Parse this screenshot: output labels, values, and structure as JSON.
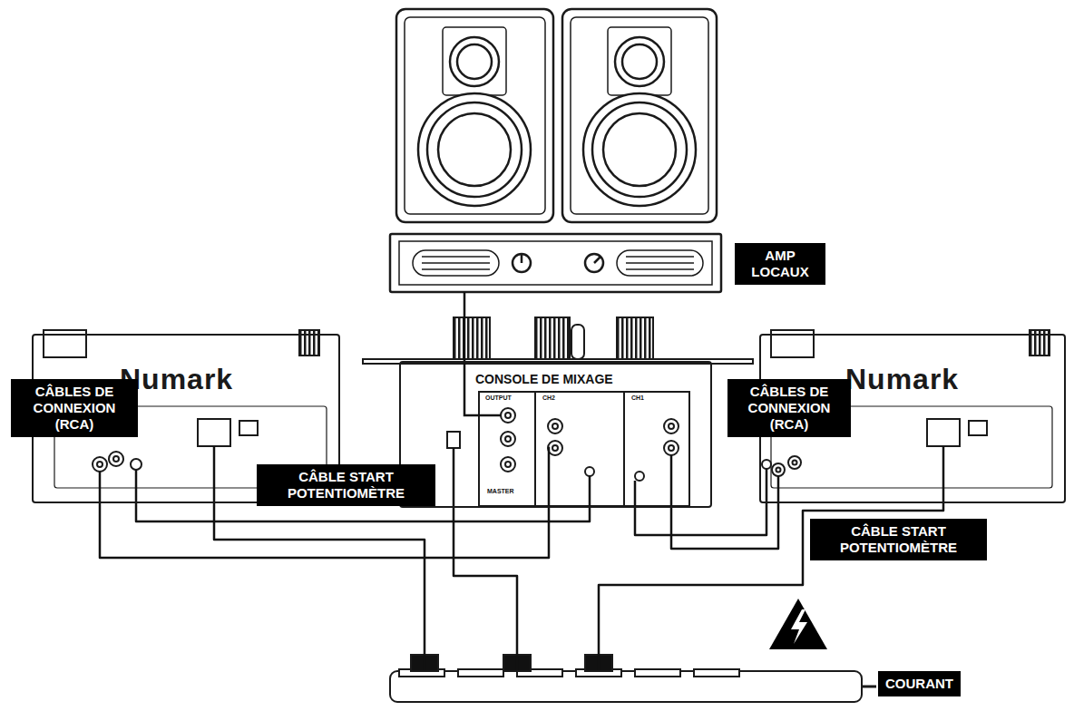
{
  "diagram": {
    "nodes": [
      {
        "text": [
          "AMP LOCAUX"
        ]
      },
      {
        "text": [
          "Numark"
        ]
      },
      {
        "text": [
          "CONSOLE DE MIXAGE"
        ]
      },
      {
        "text": [
          "Numark"
        ]
      },
      {
        "text": [
          "COURANT"
        ]
      }
    ],
    "edges": [
      {
        "from": 2,
        "to": 0,
        "arrow": "none"
      },
      {
        "from": 1,
        "to": 2,
        "arrow": "none"
      },
      {
        "from": 1,
        "to": 2,
        "arrow": "none"
      },
      {
        "from": 3,
        "to": 2,
        "arrow": "none"
      },
      {
        "from": 3,
        "to": 2,
        "arrow": "none"
      },
      {
        "from": 1,
        "to": 4,
        "arrow": "none"
      },
      {
        "from": 2,
        "to": 4,
        "arrow": "none"
      },
      {
        "from": 3,
        "to": 4,
        "arrow": "none"
      }
    ],
    "labels": [
      "CÂBLES DE CONNEXION (RCA)",
      "OUTPUT",
      "CH2",
      "CH1",
      "MASTER",
      "CÂBLES DE CONNEXION (RCA)",
      "CÂBLE START POTENTIOMÈTRE",
      "CÂBLE START POTENTIOMÈTRE"
    ]
  }
}
